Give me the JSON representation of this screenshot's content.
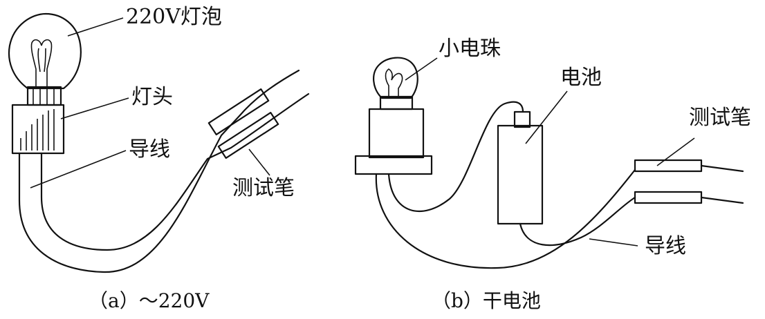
{
  "panel_a": {
    "labels": {
      "bulb": "220V灯泡",
      "socket": "灯头",
      "wire": "导线",
      "probe": "测试笔"
    },
    "caption": "（a）～220V"
  },
  "panel_b": {
    "labels": {
      "bulb": "小电珠",
      "battery": "电池",
      "probe": "测试笔",
      "wire": "导线"
    },
    "caption": "（b）干电池"
  }
}
